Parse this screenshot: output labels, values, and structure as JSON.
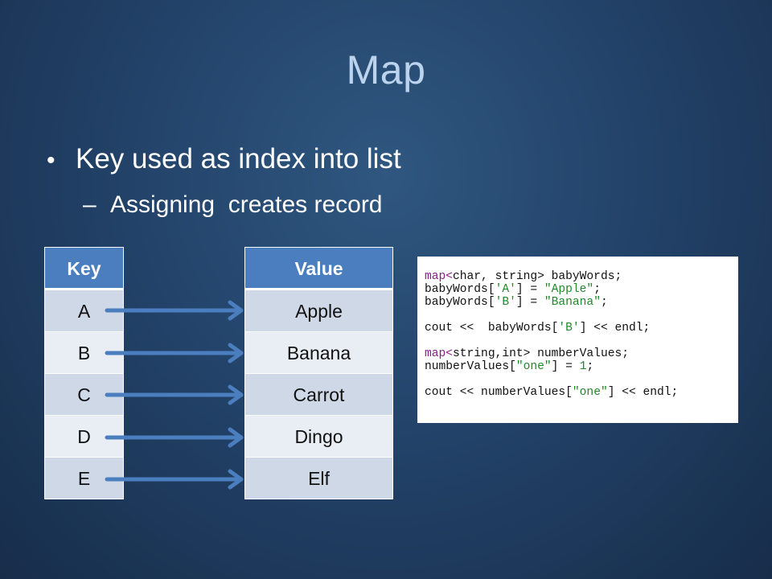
{
  "slide": {
    "title": "Map",
    "bullet1": "Key used as index into list",
    "bullet1_marker": "•",
    "bullet2": "Assigning  creates record",
    "bullet2_marker": "–"
  },
  "table": {
    "key_header": "Key",
    "value_header": "Value",
    "rows": [
      {
        "key": "A",
        "value": "Apple"
      },
      {
        "key": "B",
        "value": "Banana"
      },
      {
        "key": "C",
        "value": "Carrot"
      },
      {
        "key": "D",
        "value": "Dingo"
      },
      {
        "key": "E",
        "value": "Elf"
      }
    ]
  },
  "code": {
    "l1_kw": "map<",
    "l1_rest": "char, string> babyWords;",
    "l2_a": "babyWords[",
    "l2_b": "'A'",
    "l2_c": "] = ",
    "l2_d": "\"Apple\"",
    "l2_e": ";",
    "l3_a": "babyWords[",
    "l3_b": "'B'",
    "l3_c": "] = ",
    "l3_d": "\"Banana\"",
    "l3_e": ";",
    "l4_a": "cout <<  babyWords[",
    "l4_b": "'B'",
    "l4_c": "] << endl;",
    "l5_kw": "map<",
    "l5_rest": "string,int> numberValues;",
    "l6_a": "numberValues[",
    "l6_b": "\"one\"",
    "l6_c": "] = ",
    "l6_d": "1",
    "l6_e": ";",
    "l7_a": "cout << numberValues[",
    "l7_b": "\"one\"",
    "l7_c": "] << endl;"
  },
  "colors": {
    "header_blue": "#4a7ebf",
    "arrow_blue": "#4a7ebf",
    "title_color": "#bcd3ee"
  }
}
